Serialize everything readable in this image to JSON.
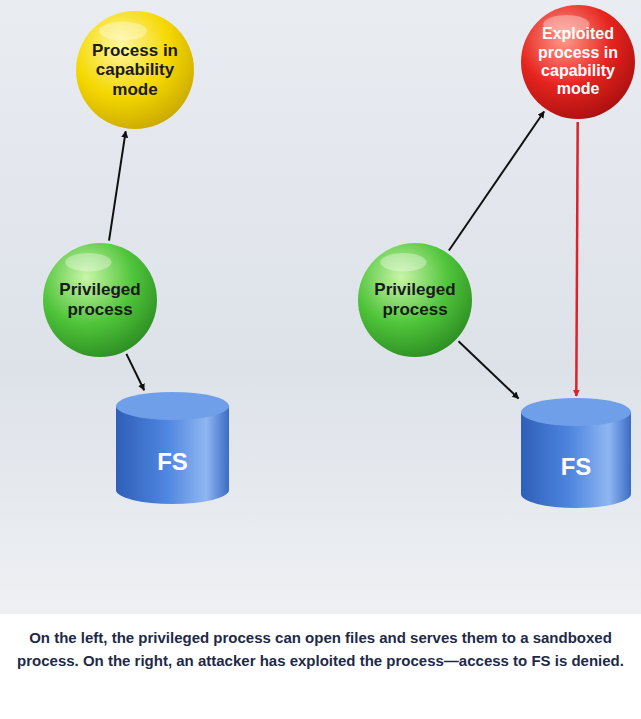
{
  "diagram": {
    "caption": "On the left, the privileged process can open files and serves them to a sandboxed process. On the right, an attacker has exploited the process—access to FS is denied.",
    "nodes": [
      {
        "text": [
          "Process in capability mode"
        ]
      },
      {
        "text": [
          "Privileged process"
        ]
      },
      {
        "text": [
          "FS"
        ]
      },
      {
        "text": [
          "Exploited process in capability mode"
        ]
      },
      {
        "text": [
          "Privileged process"
        ]
      },
      {
        "text": [
          "FS"
        ]
      }
    ],
    "edges": [
      {
        "from": 1,
        "to": 0,
        "arrow": "to"
      },
      {
        "from": 1,
        "to": 2,
        "arrow": "to"
      },
      {
        "from": 4,
        "to": 3,
        "arrow": "to"
      },
      {
        "from": 4,
        "to": 5,
        "arrow": "to"
      },
      {
        "from": 3,
        "to": 5,
        "arrow": "to"
      }
    ]
  }
}
